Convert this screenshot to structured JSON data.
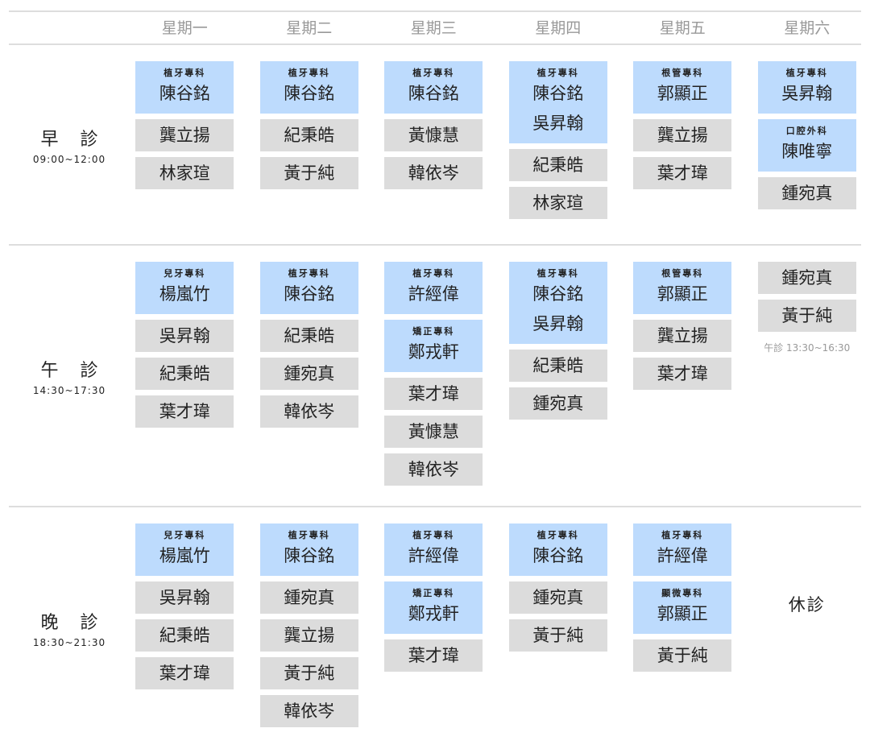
{
  "days": [
    "星期一",
    "星期二",
    "星期三",
    "星期四",
    "星期五",
    "星期六"
  ],
  "sessions": [
    {
      "label": "早 診",
      "time": "09:00~12:00",
      "cells": [
        [
          {
            "specialty": "植牙專科",
            "names": [
              "陳谷銘"
            ]
          },
          {
            "names": [
              "龔立揚"
            ]
          },
          {
            "names": [
              "林家瑄"
            ]
          }
        ],
        [
          {
            "specialty": "植牙專科",
            "names": [
              "陳谷銘"
            ]
          },
          {
            "names": [
              "紀秉皓"
            ]
          },
          {
            "names": [
              "黃于純"
            ]
          }
        ],
        [
          {
            "specialty": "植牙專科",
            "names": [
              "陳谷銘"
            ]
          },
          {
            "names": [
              "黃慷慧"
            ]
          },
          {
            "names": [
              "韓依岑"
            ]
          }
        ],
        [
          {
            "specialty": "植牙專科",
            "names": [
              "陳谷銘",
              "吳昇翰"
            ]
          },
          {
            "names": [
              "紀秉皓"
            ]
          },
          {
            "names": [
              "林家瑄"
            ]
          }
        ],
        [
          {
            "specialty": "根管專科",
            "names": [
              "郭顯正"
            ]
          },
          {
            "names": [
              "龔立揚"
            ]
          },
          {
            "names": [
              "葉才瑋"
            ]
          }
        ],
        [
          {
            "specialty": "植牙專科",
            "names": [
              "吳昇翰"
            ]
          },
          {
            "specialty": "口腔外科",
            "names": [
              "陳唯寧"
            ]
          },
          {
            "names": [
              "鍾宛真"
            ]
          }
        ]
      ]
    },
    {
      "label": "午 診",
      "time": "14:30~17:30",
      "cells": [
        [
          {
            "specialty": "兒牙專科",
            "names": [
              "楊嵐竹"
            ]
          },
          {
            "names": [
              "吳昇翰"
            ]
          },
          {
            "names": [
              "紀秉皓"
            ]
          },
          {
            "names": [
              "葉才瑋"
            ]
          }
        ],
        [
          {
            "specialty": "植牙專科",
            "names": [
              "陳谷銘"
            ]
          },
          {
            "names": [
              "紀秉皓"
            ]
          },
          {
            "names": [
              "鍾宛真"
            ]
          },
          {
            "names": [
              "韓依岑"
            ]
          }
        ],
        [
          {
            "specialty": "植牙專科",
            "names": [
              "許經偉"
            ]
          },
          {
            "specialty": "矯正專科",
            "names": [
              "鄭戎軒"
            ]
          },
          {
            "names": [
              "葉才瑋"
            ]
          },
          {
            "names": [
              "黃慷慧"
            ]
          },
          {
            "names": [
              "韓依岑"
            ]
          }
        ],
        [
          {
            "specialty": "植牙專科",
            "names": [
              "陳谷銘",
              "吳昇翰"
            ]
          },
          {
            "names": [
              "紀秉皓"
            ]
          },
          {
            "names": [
              "鍾宛真"
            ]
          }
        ],
        [
          {
            "specialty": "根管專科",
            "names": [
              "郭顯正"
            ]
          },
          {
            "names": [
              "龔立揚"
            ]
          },
          {
            "names": [
              "葉才瑋"
            ]
          }
        ],
        [
          {
            "names": [
              "鍾宛真"
            ]
          },
          {
            "names": [
              "黃于純"
            ]
          },
          {
            "note": "午診 13:30~16:30"
          }
        ]
      ]
    },
    {
      "label": "晚 診",
      "time": "18:30~21:30",
      "cells": [
        [
          {
            "specialty": "兒牙專科",
            "names": [
              "楊嵐竹"
            ]
          },
          {
            "names": [
              "吳昇翰"
            ]
          },
          {
            "names": [
              "紀秉皓"
            ]
          },
          {
            "names": [
              "葉才瑋"
            ]
          }
        ],
        [
          {
            "specialty": "植牙專科",
            "names": [
              "陳谷銘"
            ]
          },
          {
            "names": [
              "鍾宛真"
            ]
          },
          {
            "names": [
              "龔立揚"
            ]
          },
          {
            "names": [
              "黃于純"
            ]
          },
          {
            "names": [
              "韓依岑"
            ]
          }
        ],
        [
          {
            "specialty": "植牙專科",
            "names": [
              "許經偉"
            ]
          },
          {
            "specialty": "矯正專科",
            "names": [
              "鄭戎軒"
            ]
          },
          {
            "names": [
              "葉才瑋"
            ]
          }
        ],
        [
          {
            "specialty": "植牙專科",
            "names": [
              "陳谷銘"
            ]
          },
          {
            "names": [
              "鍾宛真"
            ]
          },
          {
            "names": [
              "黃于純"
            ]
          }
        ],
        [
          {
            "specialty": "植牙專科",
            "names": [
              "許經偉"
            ]
          },
          {
            "specialty": "顯微專科",
            "names": [
              "郭顯正"
            ]
          },
          {
            "names": [
              "黃于純"
            ]
          }
        ],
        [
          {
            "closed": "休診"
          }
        ]
      ]
    }
  ]
}
